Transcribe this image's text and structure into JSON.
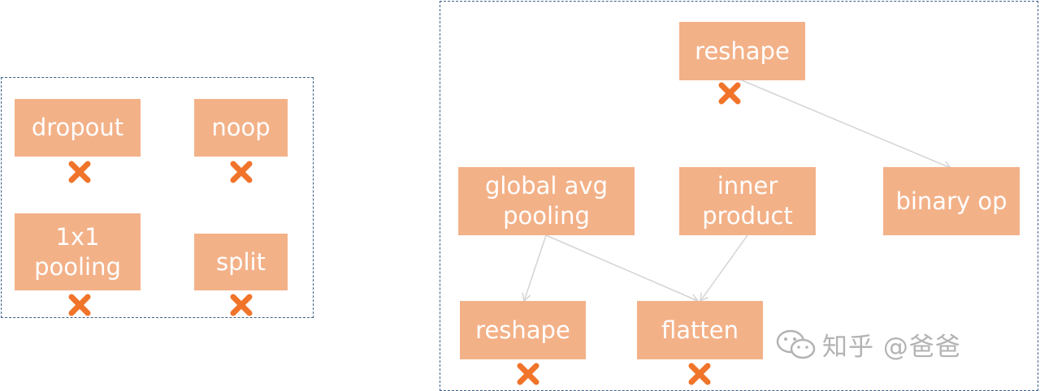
{
  "left_panel": {
    "nodes": {
      "dropout": "dropout",
      "noop": "noop",
      "pooling_1x1": "1x1\npooling",
      "split": "split"
    }
  },
  "right_panel": {
    "nodes": {
      "reshape_top": "reshape",
      "global_avg_pooling": "global avg\npooling",
      "inner_product": "inner\nproduct",
      "binary_op": "binary op",
      "reshape_bottom": "reshape",
      "flatten": "flatten"
    }
  },
  "colors": {
    "node_fill": "#f3b188",
    "node_text": "#ffffff",
    "remove_mark": "#f0742a",
    "panel_border": "#3f5f86",
    "edge": "#d4d4d4"
  },
  "icons": {
    "remove_mark": "cross-icon",
    "watermark": "wechat-icon"
  },
  "watermark": {
    "text": "知乎 @爸爸"
  }
}
